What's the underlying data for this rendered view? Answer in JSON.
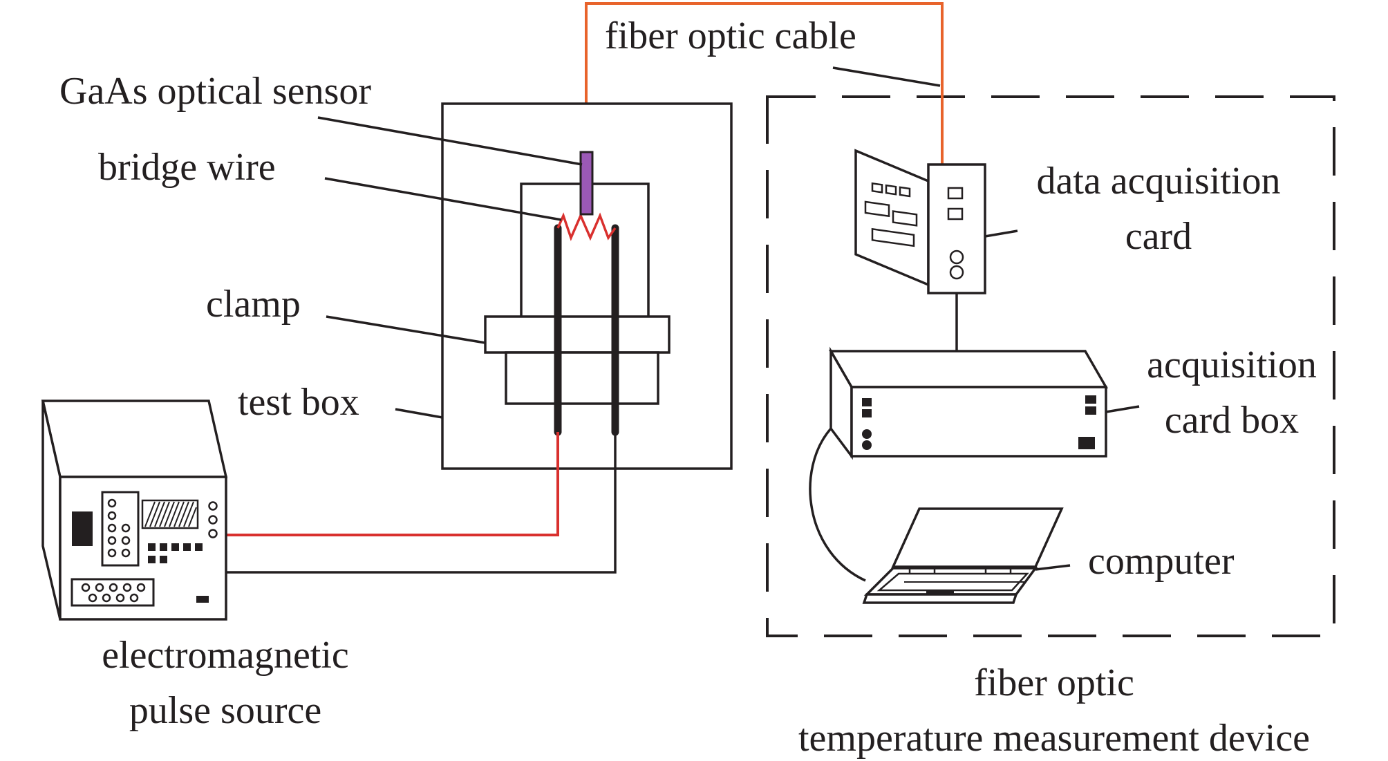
{
  "labels": {
    "fiber_optic_cable": "fiber optic cable",
    "gaas_sensor": "GaAs optical sensor",
    "bridge_wire": "bridge wire",
    "clamp": "clamp",
    "test_box": "test box",
    "emp_source_line1": "electromagnetic",
    "emp_source_line2": "pulse source",
    "data_acq_card_line1": "data acquisition",
    "data_acq_card_line2": "card",
    "acq_card_box_line1": "acquisition",
    "acq_card_box_line2": "card box",
    "computer": "computer",
    "device_line1": "fiber optic",
    "device_line2": "temperature measurement device"
  },
  "colors": {
    "line": "#231f20",
    "fiber": "#e8632b",
    "signal_wire": "#d9302e",
    "sensor": "#9b59b6",
    "bridge_wire": "#d9302e"
  }
}
